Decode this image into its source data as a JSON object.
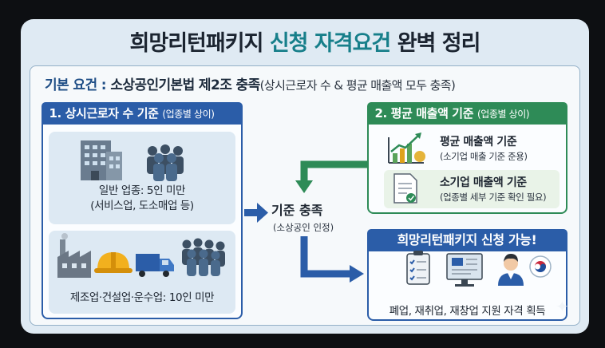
{
  "title": {
    "part1": "희망리턴패키지",
    "part2": "신청 자격요건",
    "part3": "완벽 정리"
  },
  "basic": {
    "label": "기본 요건 :",
    "law": "소상공인기본법 제2조 충족",
    "detail": "(상시근로자 수 & 평균 매출액 모두 충족)"
  },
  "panel1": {
    "title": "1. 상시근로자 수 기준",
    "note": "(업종별 상이)",
    "box1": {
      "line1": "일반 업종: 5인 미만",
      "line2": "(서비스업, 도소매업 등)"
    },
    "box2": {
      "line1": "제조업·건설업·운수업: 10인 미만"
    }
  },
  "panel2": {
    "title": "2. 평균 매출액 기준",
    "note": "(업종별 상이)",
    "item1": {
      "title": "평균 매출액 기준",
      "sub": "(소기업 매출 기준 준용)"
    },
    "item2": {
      "title": "소기업 매출액 기준",
      "sub": "(업종별 세부 기준 확인 필요)"
    }
  },
  "center": {
    "title": "기준 충족",
    "sub": "(소상공인 인정)"
  },
  "panel3": {
    "title": "희망리턴패키지 신청 가능!",
    "result": "폐업, 재취업, 재창업 지원 자격 획득"
  },
  "colors": {
    "blue": "#2b5da8",
    "green": "#2e8b57",
    "teal": "#177f8a"
  }
}
